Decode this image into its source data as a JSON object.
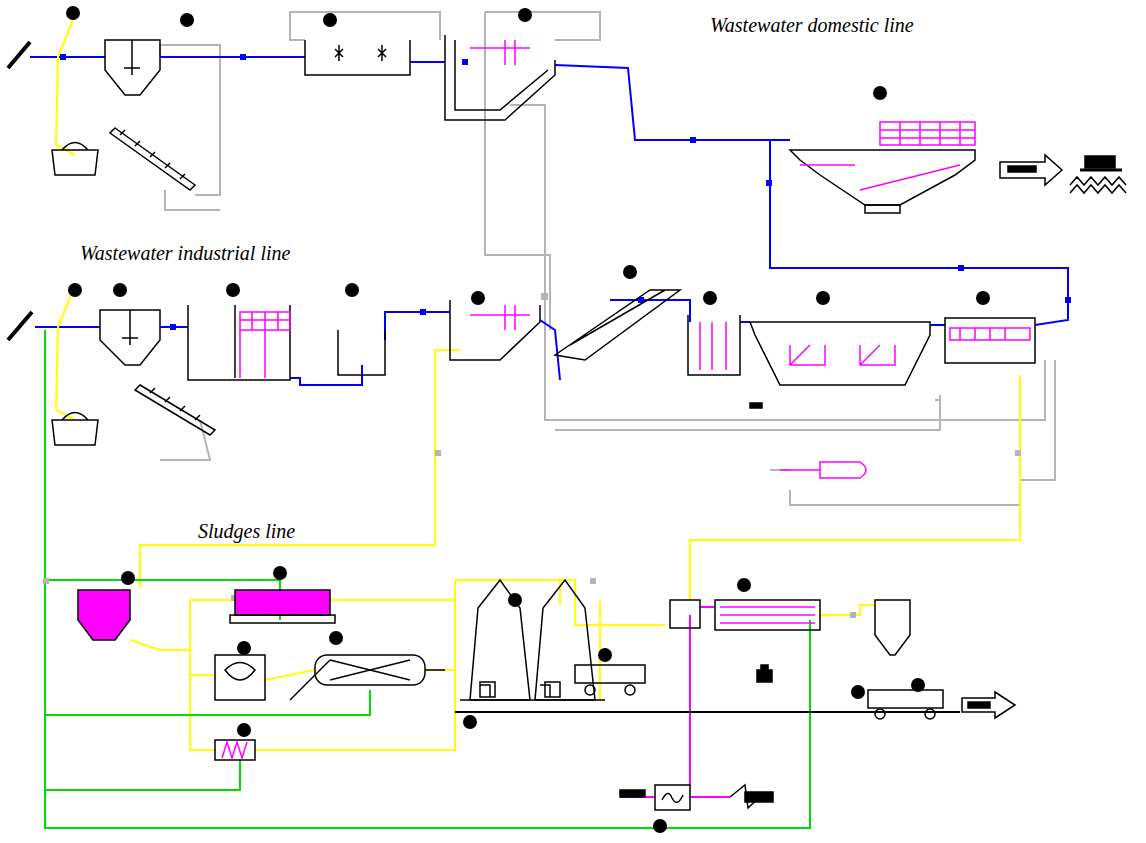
{
  "diagram": {
    "labels": [
      "Wastewater domestic line",
      "Wastewater industrial line",
      "Sludges line"
    ]
  }
}
